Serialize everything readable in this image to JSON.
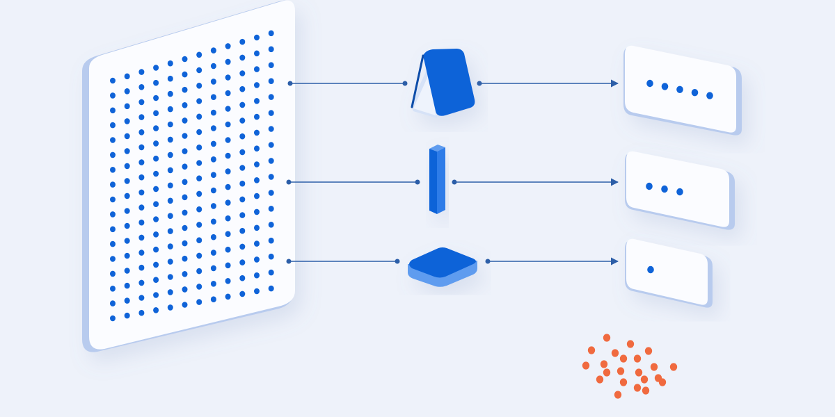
{
  "diagram": {
    "source_grid": {
      "rows": 17,
      "cols": 12,
      "dot_color": "#0f63d8"
    },
    "stages": [
      {
        "shape": "wedge-prism",
        "output_dots": 5
      },
      {
        "shape": "thin-bar",
        "output_dots": 3
      },
      {
        "shape": "flat-slab",
        "output_dots": 1
      }
    ],
    "scattered_dots": {
      "count": 22,
      "color": "#f06a3f"
    },
    "colors": {
      "background": "#eef2fa",
      "panel_face": "#fbfcff",
      "panel_edge": "#b8cbee",
      "accent_blue": "#0f63d8",
      "accent_light": "#5f9cef",
      "line": "#2c5ea8",
      "orange": "#f06a3f"
    }
  }
}
